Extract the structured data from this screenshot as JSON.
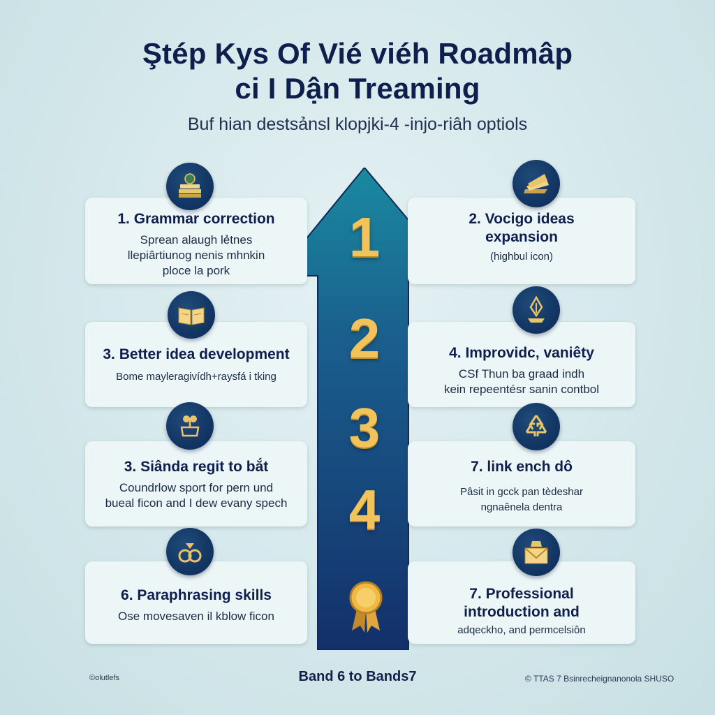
{
  "title": {
    "line1": "Ştép Kys Of Vié viéh Roadmâp",
    "line2": "ci I Dận Treaming"
  },
  "subtitle": "Buf hian destsảnsl klopjki-4 -injo-riâh optiols",
  "arrow": {
    "numbers": [
      "1",
      "2",
      "3",
      "4"
    ],
    "color_top": "#1a8aa0",
    "color_bottom": "#13306a"
  },
  "cards_left": [
    {
      "head": "1. Grammar correction",
      "body": [
        "Sprean alaugh lẻtnes",
        "llepiârtiunog nenis mhnkin",
        "ploce la pork"
      ],
      "icon": "books-icon"
    },
    {
      "head": "3. Better idea development",
      "body": [
        "Bome mayleragivídh+raysfá i tking"
      ],
      "icon": "open-book-icon"
    },
    {
      "head": "3. Siânda regit to bắt",
      "body": [
        "Coundrlow sport for pern und",
        "bueal ficon and I dew evany spech"
      ],
      "icon": "plant-icon"
    },
    {
      "head": "6. Paraphrasing skills",
      "body": [
        "Ose movesaven il kblow ficon"
      ],
      "icon": "rings-icon"
    }
  ],
  "cards_right": [
    {
      "head": [
        "2. Vocigo ideas",
        "expansion"
      ],
      "body": [
        "(highbul icon)"
      ],
      "icon": "paper-stack-icon"
    },
    {
      "head": [
        "4. Improvidc, vaniêty"
      ],
      "body": [
        "CSf Thun ba graad indh",
        "kein repeentésr sanin contbol"
      ],
      "icon": "pen-nib-icon"
    },
    {
      "head": [
        "7. link ench dô"
      ],
      "body": [
        "Pâsit in gcck pan tèdeshar",
        "ngnaênela dentra"
      ],
      "icon": "recycle-icon"
    },
    {
      "head": [
        "7. Professional",
        "introduction and"
      ],
      "body": [
        "adqeckho, and permcelsiôn"
      ],
      "icon": "envelope-icon"
    }
  ],
  "footer": {
    "center": "Band 6 to Bands7",
    "left": "©olutlefs",
    "right": "© TTAS 7 Bsinrecheignanonola SHUSO"
  },
  "colors": {
    "gold": "#f2c35b",
    "navy": "#0f1f4d",
    "card": "#edf6f7"
  }
}
